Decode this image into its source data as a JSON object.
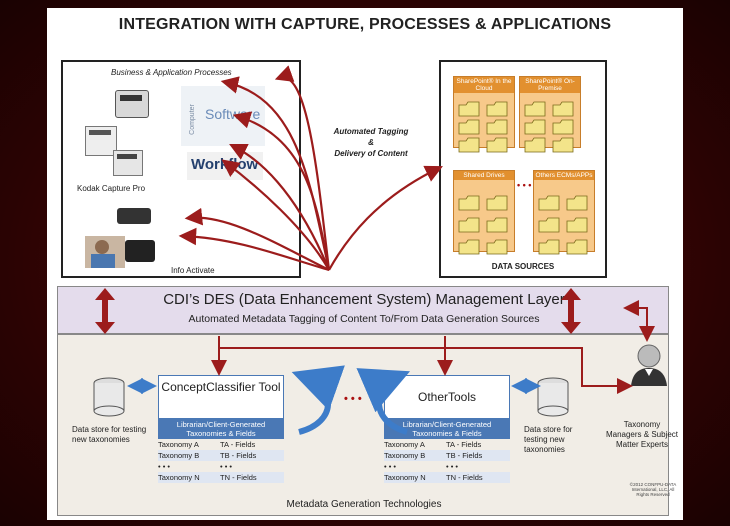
{
  "title": "INTEGRATION WITH CAPTURE, PROCESSES & APPLICATIONS",
  "left_box": {
    "heading": "Business & Application Processes",
    "software": "Software",
    "computer": "Computer",
    "workflow": "Workflow",
    "kodak": "Kodak Capture Pro",
    "info": "Info Activate"
  },
  "middle_label": {
    "line1": "Automated Tagging",
    "line2": "&",
    "line3": "Delivery of Content"
  },
  "data_sources": {
    "title": "DATA SOURCES",
    "groups": [
      "SharePoint® In the Cloud",
      "SharePoint® On-Premise",
      "Shared Drives",
      "Others ECMs/APPs"
    ],
    "ellipsis": "• • •"
  },
  "mgmt": {
    "title": "CDI’s DES (Data Enhancement System) Management Layer",
    "subtitle": "Automated Metadata Tagging of Content To/From Data Generation Sources"
  },
  "meta": {
    "footer": "Metadata Generation Technologies",
    "left_store": "Data store for testing new taxonomies",
    "right_store": "Data store for testing new taxonomies",
    "concept_tool": "ConceptClassifier Tool",
    "other_tool": "OtherTools",
    "tool_ellipsis": "• • •",
    "tax_header": "Librarian/Client-Generated Taxonomies & Fields",
    "tax_rows": [
      [
        "Taxonomy A",
        "TA - Fields"
      ],
      [
        "Taxonomy B",
        "TB - Fields"
      ],
      [
        "• • •",
        "• • •"
      ],
      [
        "Taxonomy N",
        "TN - Fields"
      ]
    ]
  },
  "experts": "Taxonomy Managers & Subject Matter Experts",
  "copyright": "©2012 CONFPU-DATA International, LLC, All Rights Reserved"
}
